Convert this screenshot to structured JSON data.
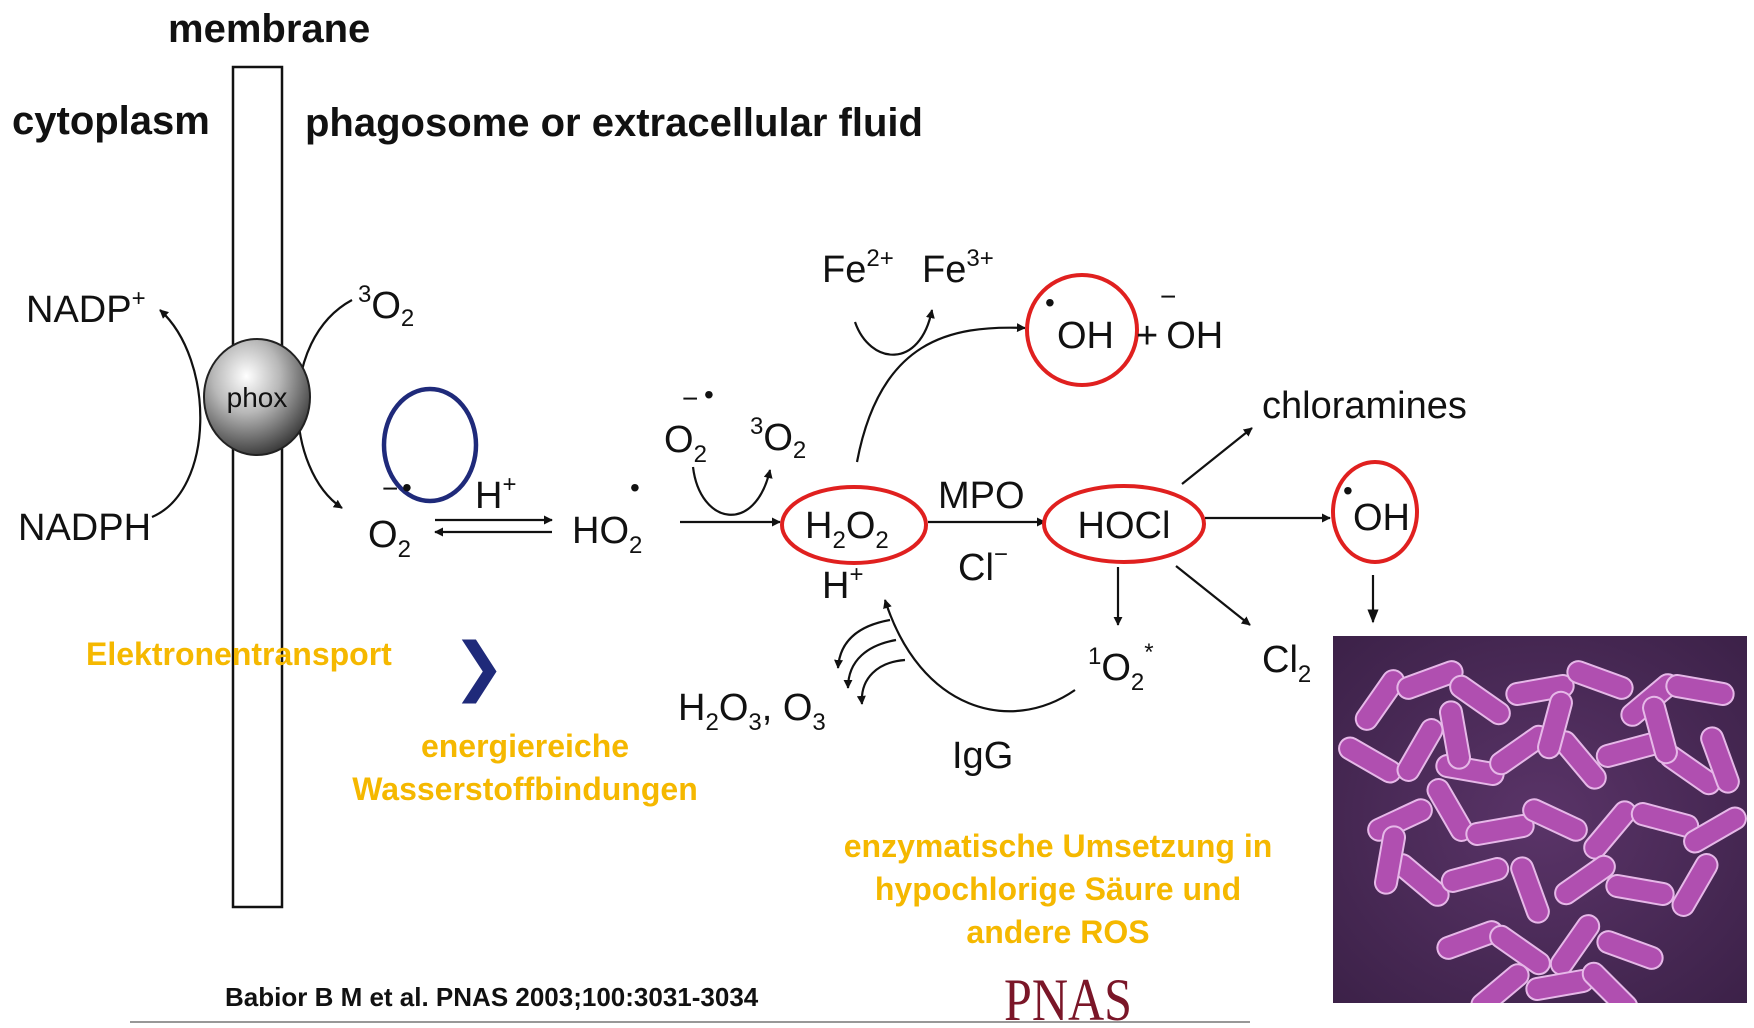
{
  "headers": {
    "membrane": "membrane",
    "cytoplasm": "cytoplasm",
    "outside": "phagosome or extracellular fluid"
  },
  "species": {
    "nadp_plus": {
      "base": "NADP",
      "sup": "+"
    },
    "nadph": "NADPH",
    "phox": "phox",
    "o2_triplet_1": {
      "pre": "3",
      "base": "O",
      "sub": "2"
    },
    "superoxide": {
      "base": "O",
      "sub": "2",
      "charge": "−",
      "radical": "•"
    },
    "h_plus_1": {
      "base": "H",
      "sup": "+"
    },
    "ho2": {
      "base": "HO",
      "sub": "2",
      "radical": "•"
    },
    "superoxide_2": {
      "base": "O",
      "sub": "2",
      "charge": "−",
      "radical": "•"
    },
    "o2_triplet_2": {
      "pre": "3",
      "base": "O",
      "sub": "2"
    },
    "h2o2": {
      "a": "H",
      "s1": "2",
      "b": "O",
      "s2": "2"
    },
    "fe2": {
      "base": "Fe",
      "sup": "2+"
    },
    "fe3": {
      "base": "Fe",
      "sup": "3+"
    },
    "oh_radical_1": {
      "base": "OH",
      "radical": "•"
    },
    "plus_oh": {
      "plus": "+",
      "base": "OH",
      "charge": "−"
    },
    "mpo": "MPO",
    "cl_minus": {
      "base": "Cl",
      "sup": "−"
    },
    "hocl": "HOCl",
    "chloramines": "chloramines",
    "oh_radical_2": {
      "base": "OH",
      "radical": "•"
    },
    "singlet_o2": {
      "pre": "1",
      "base": "O",
      "sub": "2",
      "sup": "*"
    },
    "cl2": {
      "base": "Cl",
      "sub": "2"
    },
    "h_plus_2": {
      "base": "H",
      "sup": "+"
    },
    "h2o3_o3": {
      "a": "H",
      "s1": "2",
      "b": "O",
      "s2": "3",
      "c": ", O",
      "s3": "3"
    },
    "igg": "IgG"
  },
  "annotations": {
    "electron_transport": "Elektronentransport",
    "arrow_glyph": "❯",
    "hydrogen_bonds_l1": "energiereiche",
    "hydrogen_bonds_l2": "Wasserstoffbindungen",
    "enzymatic_l1": "enzymatische Umsetzung in",
    "enzymatic_l2": "hypochlorige Säure und",
    "enzymatic_l3": "andere ROS"
  },
  "footer": {
    "citation": "Babior B M et al. PNAS 2003;100:3031-3034",
    "logo": "PNAS"
  },
  "colors": {
    "annotation_text": "#f5b800",
    "highlight_ring": "#e0201f",
    "focus_ring": "#1f2a7a",
    "arrow_glyph": "#1f2a7a",
    "bacteria_background": "#4a2a58",
    "bacteria_cells": "#b04fb0",
    "logo": "#7a1628"
  },
  "image": {
    "subject": "bacteria-micrograph"
  }
}
